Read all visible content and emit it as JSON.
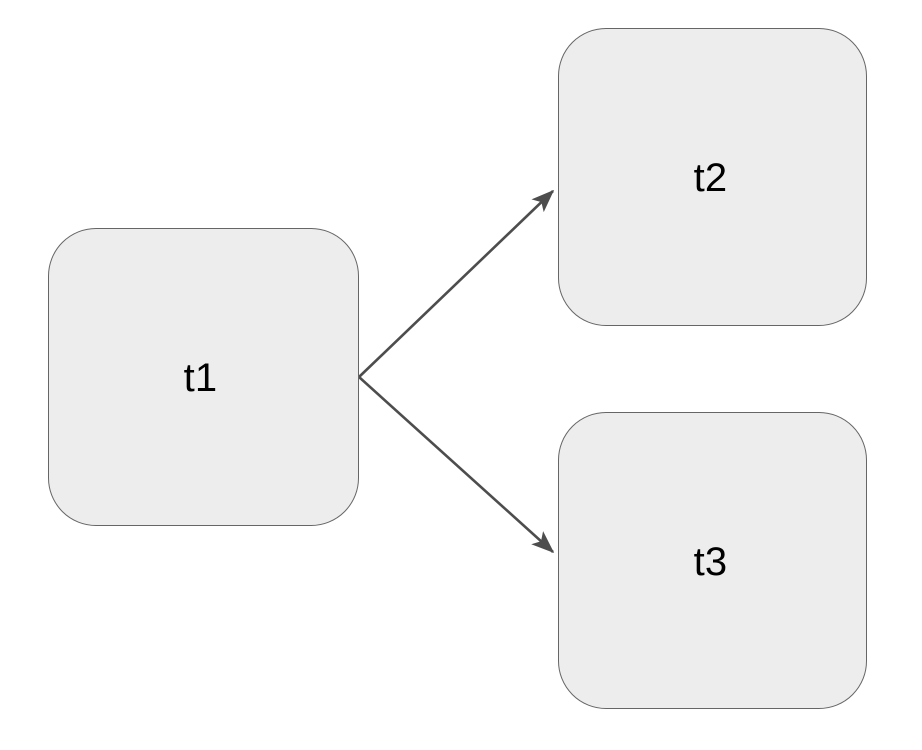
{
  "diagram": {
    "type": "flowchart",
    "background_color": "#ffffff",
    "node_fill_color": "#ededed",
    "node_stroke_color": "#666666",
    "edge_color": "#4d4d4d",
    "label_color": "#000000",
    "nodes": [
      {
        "id": "t1",
        "label": "t1",
        "shape": "rounded-rectangle"
      },
      {
        "id": "t2",
        "label": "t2",
        "shape": "rounded-rectangle"
      },
      {
        "id": "t3",
        "label": "t3",
        "shape": "rounded-rectangle"
      }
    ],
    "edges": [
      {
        "id": "t1-t2",
        "from": "t1",
        "to": "t2",
        "label": "",
        "arrowhead": "filled-triangle"
      },
      {
        "id": "t1-t3",
        "from": "t1",
        "to": "t3",
        "label": "",
        "arrowhead": "filled-triangle"
      }
    ]
  }
}
